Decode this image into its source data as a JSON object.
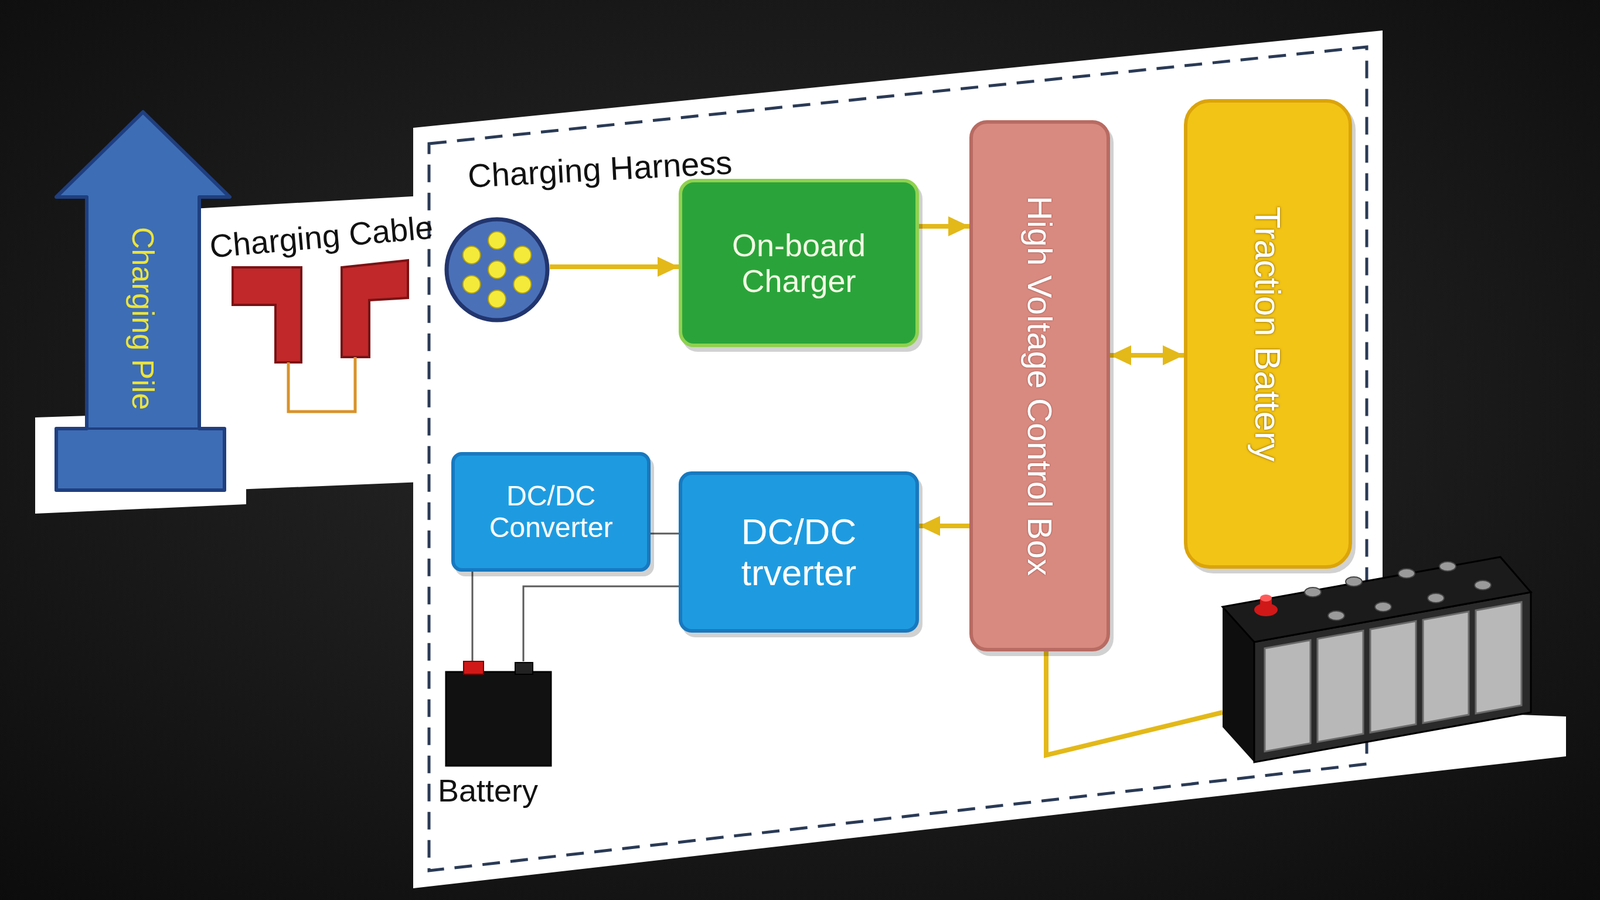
{
  "diagram": {
    "nodes": [
      {
        "text": [
          "Charging Pile"
        ]
      },
      {
        "text": [
          "Charging Harness"
        ]
      },
      {
        "text": [
          "On-board Charger"
        ]
      },
      {
        "text": [
          "High Voltage Control Box"
        ]
      },
      {
        "text": [
          "Traction Battery"
        ]
      },
      {
        "text": [
          "DC/DC Converter"
        ]
      },
      {
        "text": [
          "DC/DC trverter"
        ]
      },
      {
        "text": [
          "Battery"
        ]
      }
    ],
    "edges": [
      {
        "from": 1,
        "to": 2,
        "arrow": "to"
      },
      {
        "from": 2,
        "to": 3,
        "arrow": "to"
      },
      {
        "from": 3,
        "to": 4,
        "arrow": "both"
      },
      {
        "from": 3,
        "to": 6,
        "arrow": "to"
      },
      {
        "from": 5,
        "to": 6,
        "arrow": "none"
      },
      {
        "from": 5,
        "to": 7,
        "arrow": "none"
      },
      {
        "from": 6,
        "to": 7,
        "arrow": "none"
      }
    ],
    "labels": [
      "Charging Cable"
    ]
  }
}
